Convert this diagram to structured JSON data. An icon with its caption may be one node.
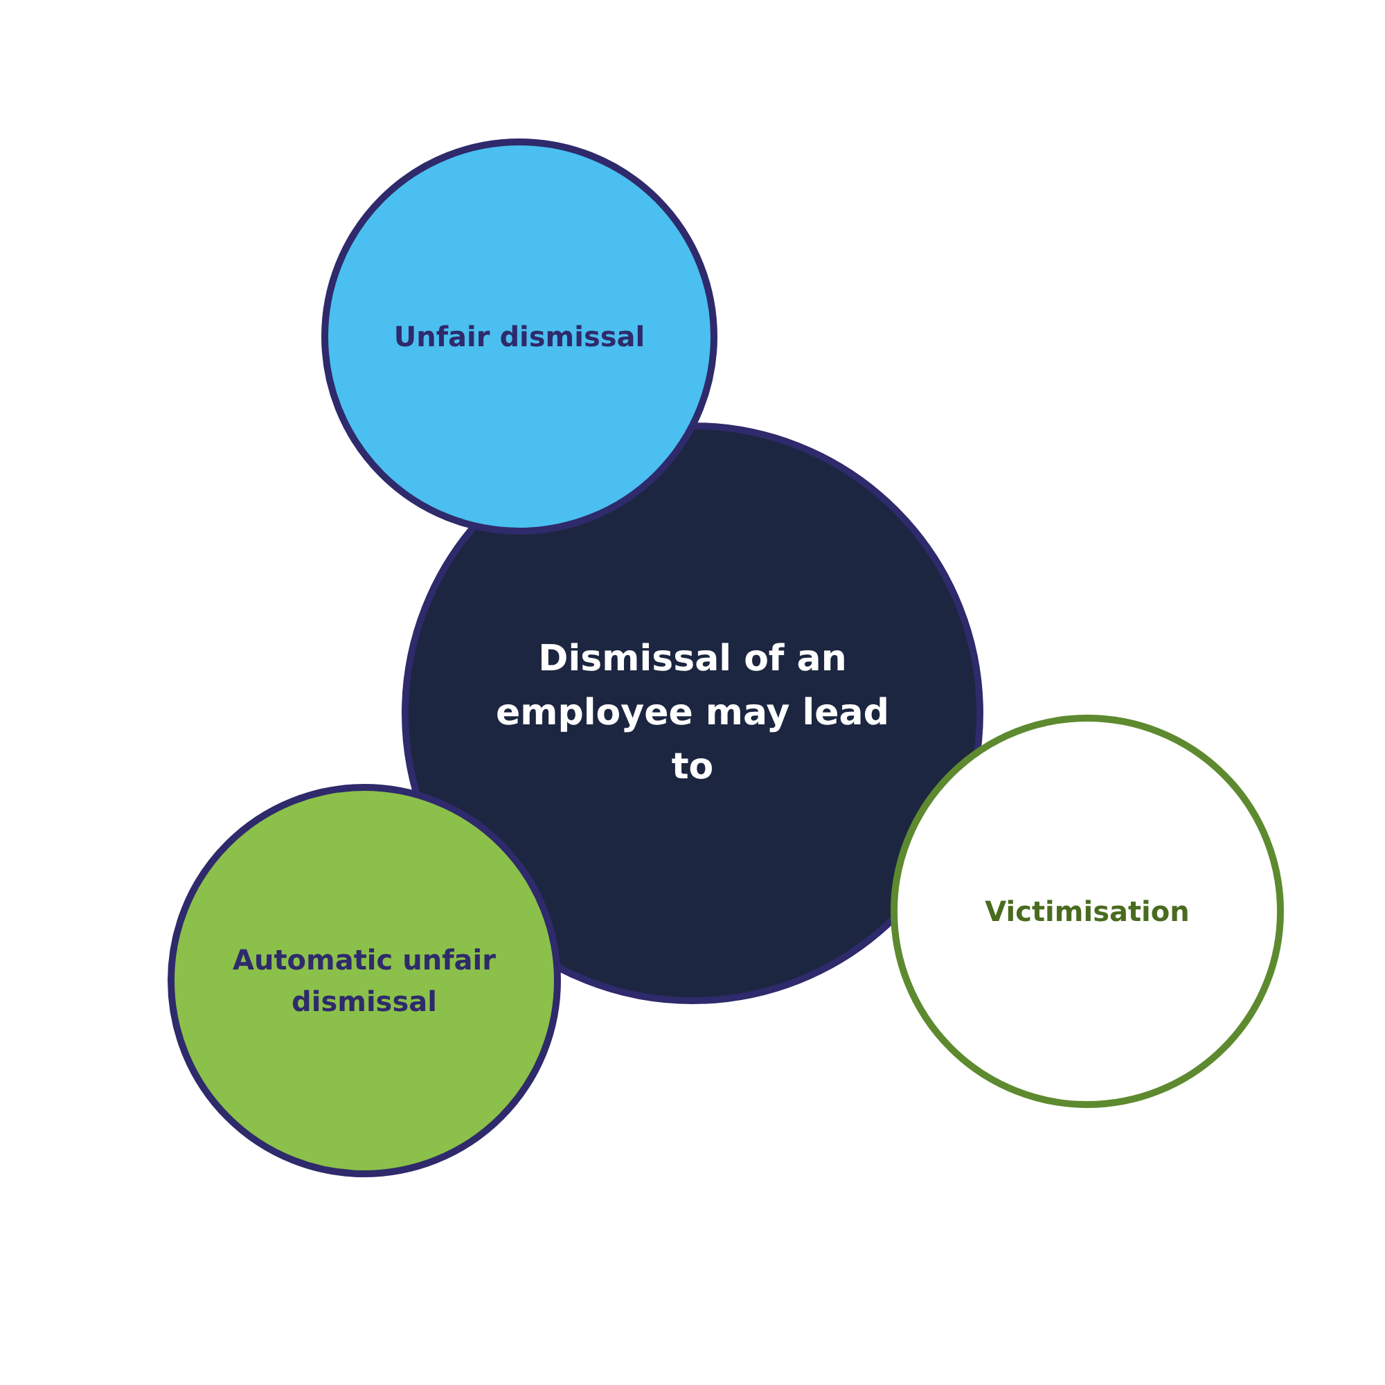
{
  "diagram": {
    "nodes": [
      {
        "text": [
          "Unfair dismissal"
        ]
      },
      {
        "text": [
          "Dismissal of an employee may lead to"
        ]
      },
      {
        "text": [
          "Victimisation"
        ]
      },
      {
        "text": [
          "Automatic unfair dismissal"
        ]
      }
    ]
  }
}
